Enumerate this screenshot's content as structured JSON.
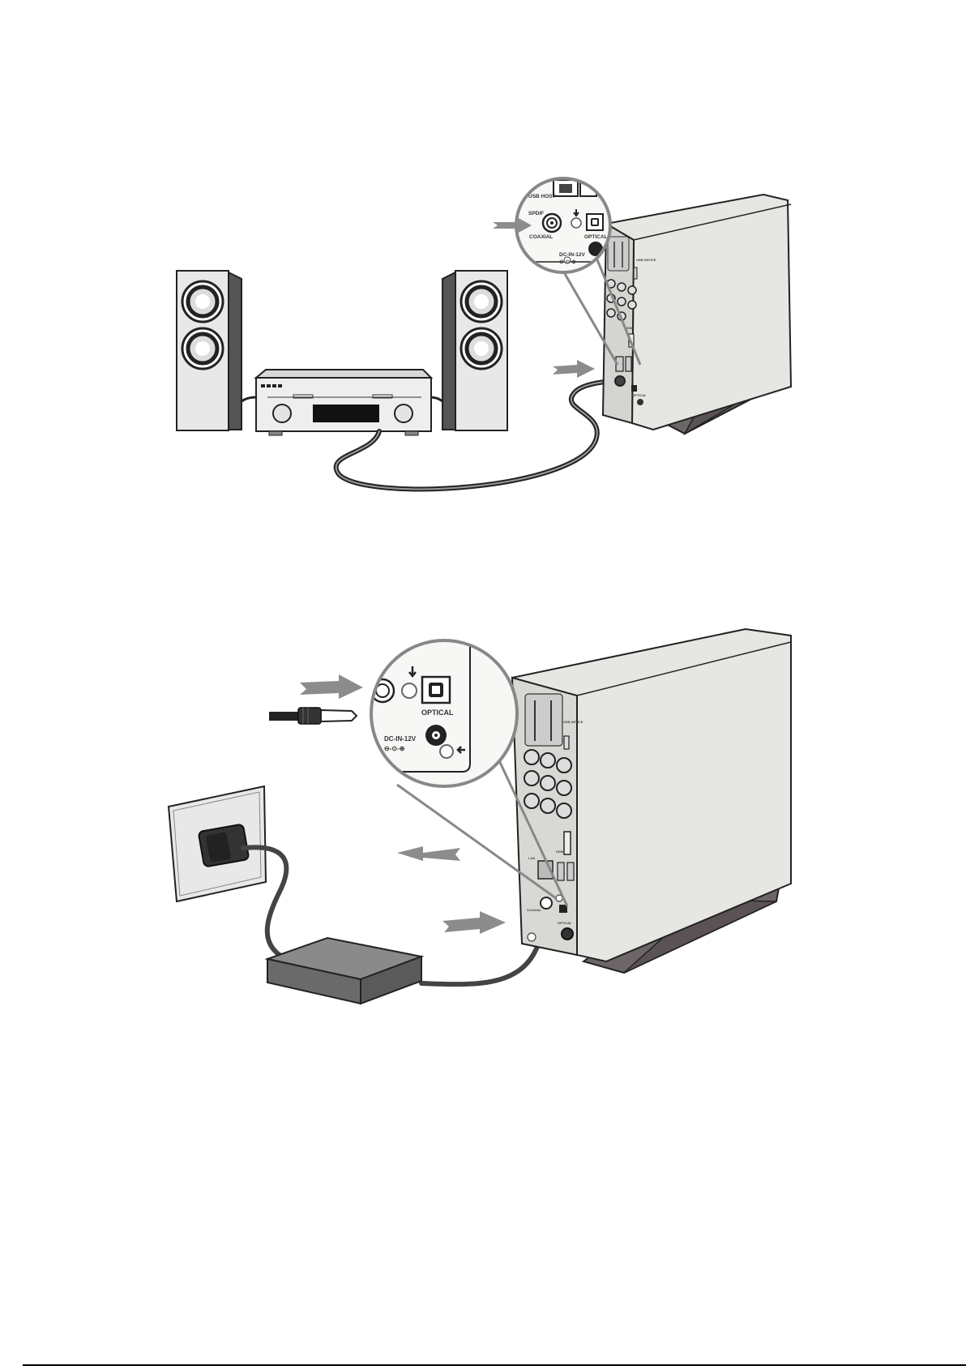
{
  "figure_top": {
    "zoom_labels": {
      "usb_host": "USB HOST",
      "spdif": "SPDIF",
      "coaxial": "COAXIAL",
      "optical": "OPTICAL",
      "dc_in": "DC-IN-12V"
    },
    "device_labels": {
      "usb_device": "USB DEVICE",
      "hdmi": "HDMI",
      "optical": "OPTICAL"
    }
  },
  "figure_bottom": {
    "zoom_labels": {
      "optical": "OPTICAL",
      "dc_in": "DC-IN-12V"
    },
    "device_labels": {
      "usb_device": "USB DEVICE",
      "hdmi": "HDMI",
      "lan": "LAN",
      "coaxial": "COAXIAL",
      "optical": "OPTICAL"
    }
  },
  "colors": {
    "line": "#222222",
    "device_body": "#e6e6e2",
    "stand": "#6e6567",
    "arrow": "#8c8c8c",
    "adapter": "#6a6a6a",
    "plug": "#333333"
  }
}
